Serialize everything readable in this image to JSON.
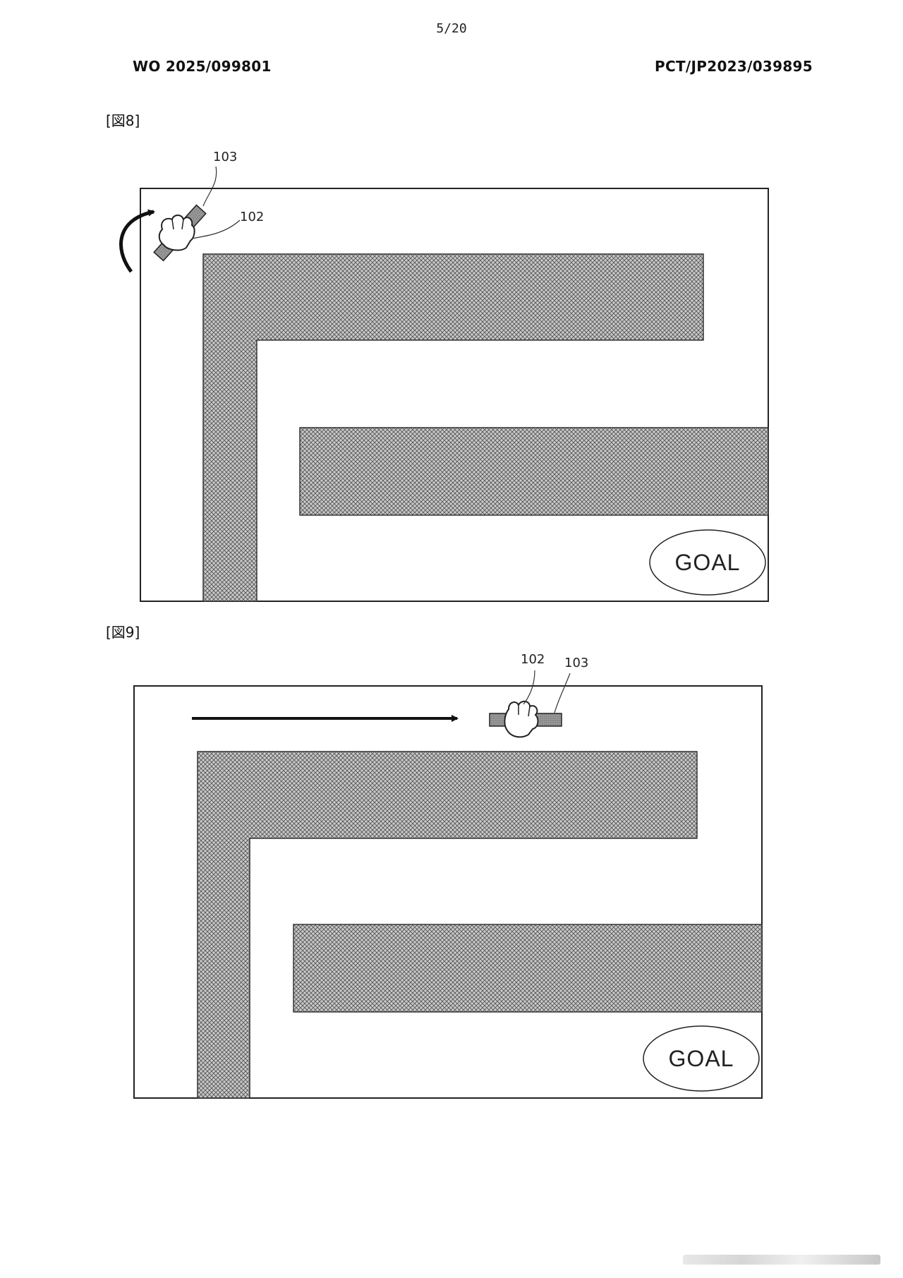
{
  "page": {
    "page_number": "5/20",
    "publication_number": "WO 2025/099801",
    "application_number": "PCT/JP2023/039895"
  },
  "figures": [
    {
      "label": "[図8]",
      "ref_hand": "102",
      "ref_stick": "103",
      "goal_label": "GOAL",
      "arrow": "curved"
    },
    {
      "label": "[図9]",
      "ref_hand": "102",
      "ref_stick": "103",
      "goal_label": "GOAL",
      "arrow": "straight-right"
    }
  ],
  "colors": {
    "wall_fill": "#bdbdbd",
    "wall_hatch": "#5a5a5a",
    "frame": "#222222",
    "arrow": "#111111"
  }
}
